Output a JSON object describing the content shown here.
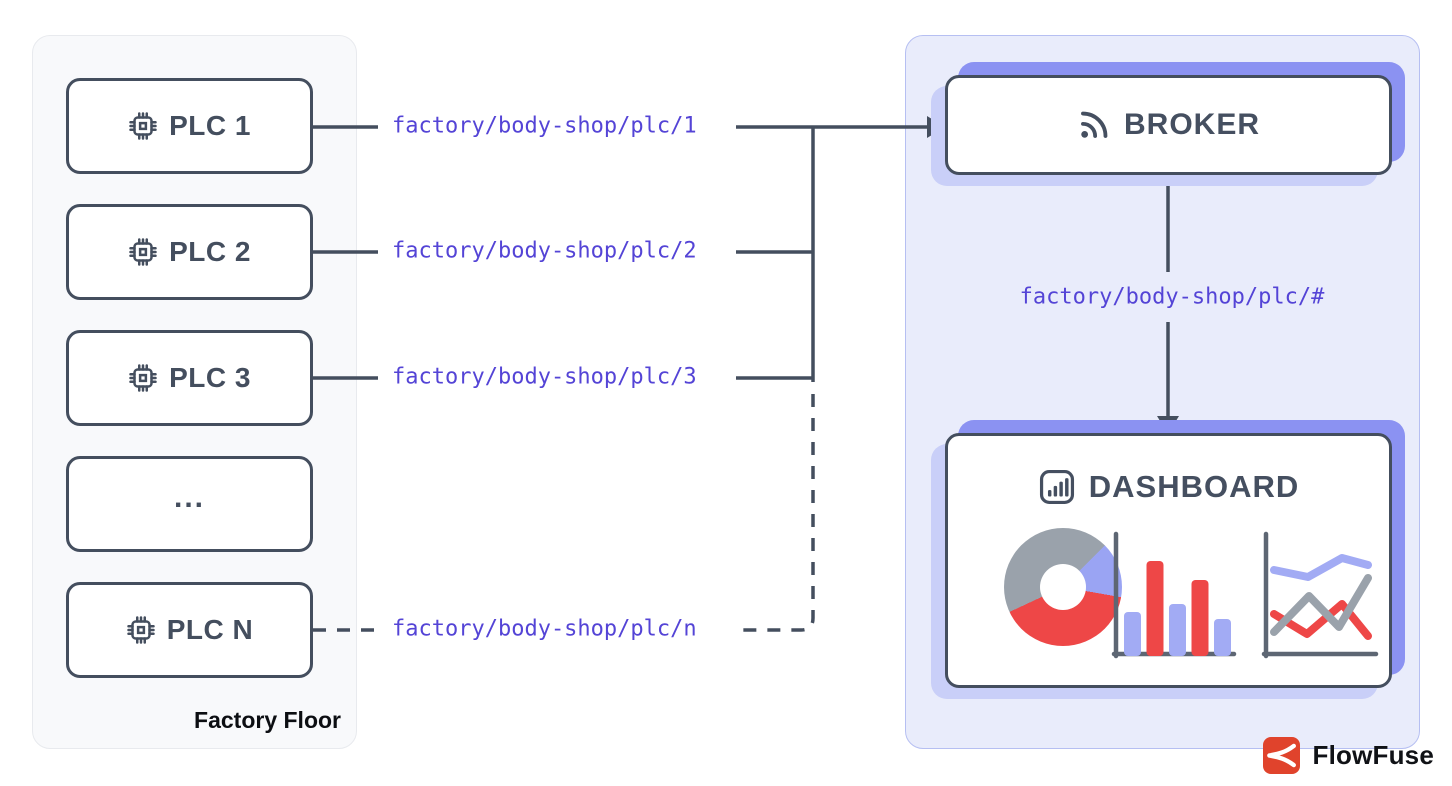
{
  "colors": {
    "ink": "#444e5e",
    "topic_text": "#5444d6",
    "right_panel_bg": "#e9ecfb",
    "right_panel_border": "#b6bff2",
    "left_panel_bg": "#f8f9fb",
    "accent_strong": "#8b92f2",
    "accent_soft": "#c9cff8",
    "chart_red": "#ee4747",
    "chart_periwinkle": "#9fa9f3",
    "chart_gray": "#9aa2ab",
    "flowfuse_red": "#e0432c"
  },
  "factory": {
    "panel_label": "Factory Floor",
    "nodes": [
      {
        "label": "PLC 1",
        "icon": "chip-icon"
      },
      {
        "label": "PLC 2",
        "icon": "chip-icon"
      },
      {
        "label": "PLC 3",
        "icon": "chip-icon"
      },
      {
        "label": "...",
        "icon": null
      },
      {
        "label": "PLC N",
        "icon": "chip-icon"
      }
    ]
  },
  "topics": {
    "t1": "factory/body-shop/plc/1",
    "t2": "factory/body-shop/plc/2",
    "t3": "factory/body-shop/plc/3",
    "tn": "factory/body-shop/plc/n",
    "wildcard": "factory/body-shop/plc/#"
  },
  "cloud": {
    "broker_label": "BROKER",
    "broker_icon": "rss-broadcast-icon",
    "dashboard_label": "DASHBOARD",
    "dashboard_icon": "bar-chart-icon",
    "brand_label": "FlowFuse",
    "brand_icon": "flowfuse-logo-icon"
  },
  "dashboard_charts": {
    "donut": {
      "stops": [
        [
          "#9aa2ab",
          0,
          45
        ],
        [
          "#9aa4f3",
          45,
          100
        ],
        [
          "#ee4747",
          100,
          245
        ],
        [
          "#9aa2ab",
          245,
          360
        ]
      ]
    },
    "bars": {
      "values": [
        40,
        91,
        48,
        72,
        33
      ],
      "colors": [
        "#a2abf4",
        "#ee4747",
        "#a2abf4",
        "#ee4747",
        "#a2abf4"
      ]
    },
    "lines": [
      {
        "color": "#a2abf4",
        "points": [
          [
            14,
            40
          ],
          [
            48,
            47
          ],
          [
            82,
            28
          ],
          [
            108,
            35
          ]
        ]
      },
      {
        "color": "#ee4747",
        "points": [
          [
            14,
            84
          ],
          [
            47,
            104
          ],
          [
            82,
            74
          ],
          [
            108,
            106
          ]
        ]
      },
      {
        "color": "#9aa2ab",
        "points": [
          [
            14,
            102
          ],
          [
            49,
            66
          ],
          [
            79,
            97
          ],
          [
            108,
            48
          ]
        ]
      }
    ]
  }
}
